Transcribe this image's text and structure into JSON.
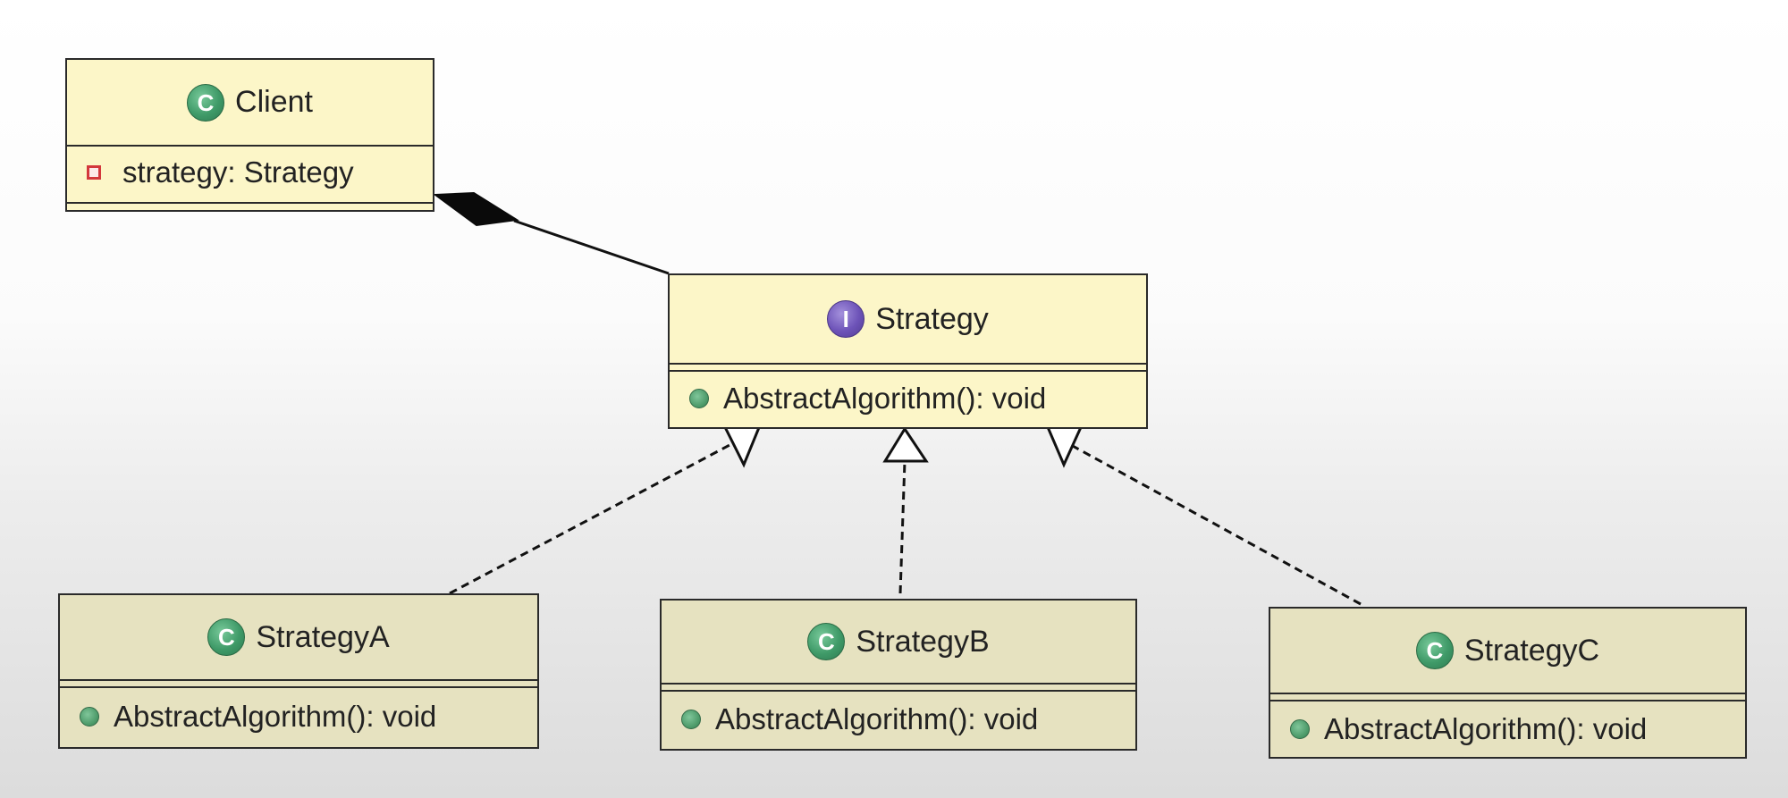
{
  "classes": {
    "client": {
      "kind_icon": "class-icon",
      "name": "Client",
      "attributes": [
        {
          "visibility": "private-icon",
          "text": "strategy: Strategy"
        }
      ]
    },
    "strategy": {
      "kind_icon": "interface-icon",
      "name": "Strategy",
      "operations": [
        {
          "visibility": "public-icon",
          "text": "AbstractAlgorithm(): void"
        }
      ]
    },
    "strategy_a": {
      "kind_icon": "class-icon",
      "name": "StrategyA",
      "operations": [
        {
          "visibility": "public-icon",
          "text": "AbstractAlgorithm(): void"
        }
      ]
    },
    "strategy_b": {
      "kind_icon": "class-icon",
      "name": "StrategyB",
      "operations": [
        {
          "visibility": "public-icon",
          "text": "AbstractAlgorithm(): void"
        }
      ]
    },
    "strategy_c": {
      "kind_icon": "class-icon",
      "name": "StrategyC",
      "operations": [
        {
          "visibility": "public-icon",
          "text": "AbstractAlgorithm(): void"
        }
      ]
    }
  },
  "relationships": [
    {
      "type": "composition",
      "from": "Client",
      "to": "Strategy"
    },
    {
      "type": "realization",
      "from": "StrategyA",
      "to": "Strategy"
    },
    {
      "type": "realization",
      "from": "StrategyB",
      "to": "Strategy"
    },
    {
      "type": "realization",
      "from": "StrategyC",
      "to": "Strategy"
    }
  ],
  "colors": {
    "class_fill": "#fcf6c8",
    "class_fill_muted": "#e6e2c0",
    "class_icon": "#3f9a68",
    "interface_icon": "#6d53b8",
    "private_marker": "#d3373c",
    "line": "#111111"
  }
}
